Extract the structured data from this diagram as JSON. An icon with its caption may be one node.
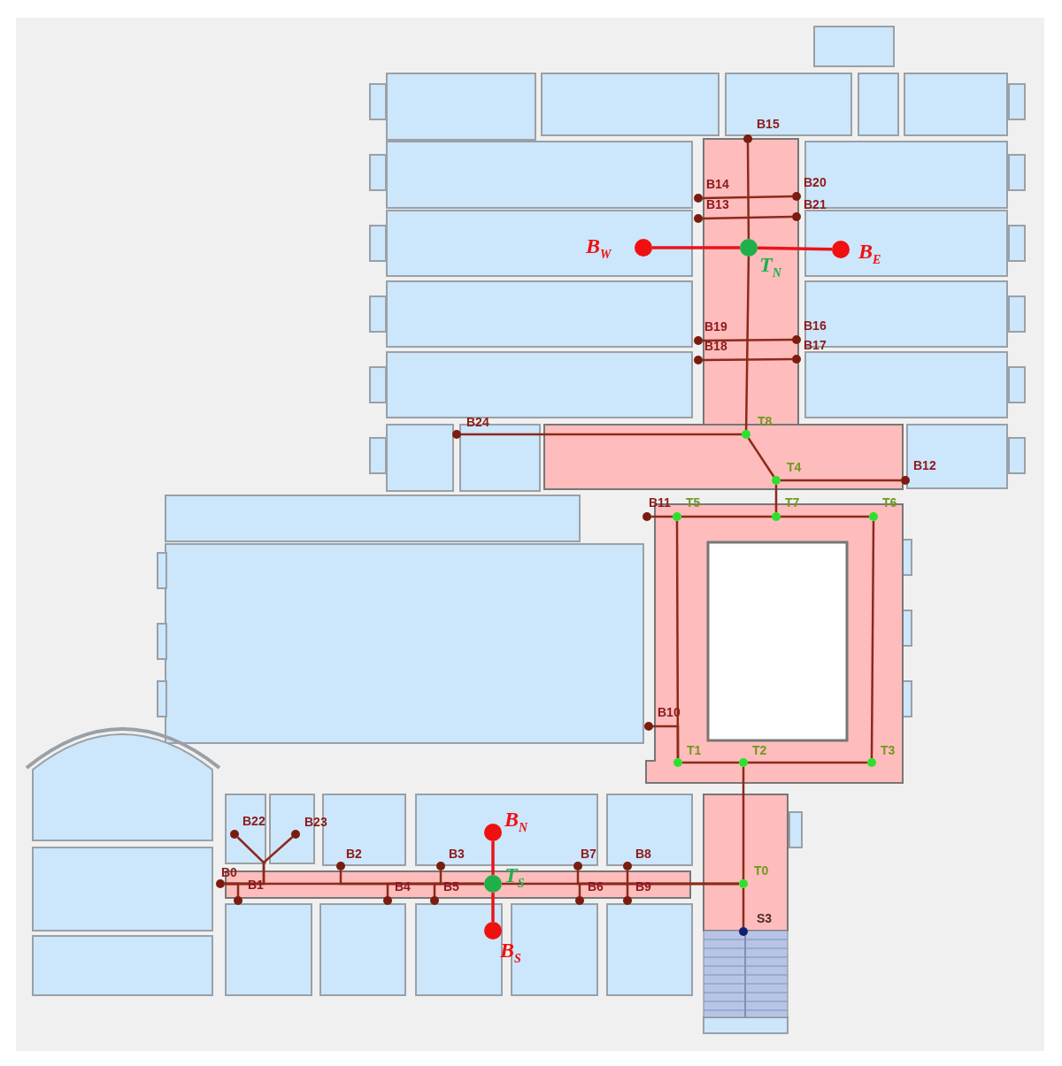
{
  "diagram": {
    "nodes": [
      {
        "text": [],
        "shape": "circle",
        "beside": [
          "B15"
        ]
      },
      {
        "text": [],
        "shape": "circle",
        "beside": [
          "B14"
        ]
      },
      {
        "text": [],
        "shape": "circle",
        "beside": [
          "B20"
        ]
      },
      {
        "text": [],
        "shape": "circle",
        "beside": [
          "B13"
        ]
      },
      {
        "text": [],
        "shape": "circle",
        "beside": [
          "B21"
        ]
      },
      {
        "text": [],
        "shape": "circle",
        "beside": [
          "B$_{W}$"
        ]
      },
      {
        "text": [],
        "shape": "circle",
        "beside": [
          "T$_{N}$"
        ]
      },
      {
        "text": [],
        "shape": "circle",
        "beside": [
          "B$_{E}$"
        ]
      },
      {
        "text": [],
        "shape": "circle",
        "beside": [
          "B19"
        ]
      },
      {
        "text": [],
        "shape": "circle",
        "beside": [
          "B16"
        ]
      },
      {
        "text": [],
        "shape": "circle",
        "beside": [
          "B18"
        ]
      },
      {
        "text": [],
        "shape": "circle",
        "beside": [
          "B17"
        ]
      },
      {
        "text": [],
        "shape": "circle",
        "beside": [
          "B24"
        ]
      },
      {
        "text": [],
        "shape": "circle",
        "beside": [
          "T8"
        ]
      },
      {
        "text": [],
        "shape": "circle",
        "beside": [
          "T4"
        ]
      },
      {
        "text": [],
        "shape": "circle",
        "beside": [
          "B12"
        ]
      },
      {
        "text": [],
        "shape": "circle",
        "beside": [
          "B11"
        ]
      },
      {
        "text": [],
        "shape": "circle",
        "beside": [
          "T5"
        ]
      },
      {
        "text": [],
        "shape": "circle",
        "beside": [
          "T7"
        ]
      },
      {
        "text": [],
        "shape": "circle",
        "beside": [
          "T6"
        ]
      },
      {
        "text": [],
        "shape": "circle",
        "beside": [
          "B10"
        ]
      },
      {
        "text": [],
        "shape": "circle",
        "beside": [
          "T1"
        ]
      },
      {
        "text": [],
        "shape": "circle",
        "beside": [
          "T2"
        ]
      },
      {
        "text": [],
        "shape": "circle",
        "beside": [
          "T3"
        ]
      },
      {
        "text": [],
        "shape": "circle",
        "beside": [
          "B$_{N}$"
        ]
      },
      {
        "text": [],
        "shape": "circle",
        "beside": [
          "B22"
        ]
      },
      {
        "text": [],
        "shape": "circle",
        "beside": [
          "B23"
        ]
      },
      {
        "text": [],
        "shape": "circle",
        "beside": [
          "B2"
        ]
      },
      {
        "text": [],
        "shape": "circle",
        "beside": [
          "B3"
        ]
      },
      {
        "text": [],
        "shape": "circle",
        "beside": [
          "B7"
        ]
      },
      {
        "text": [],
        "shape": "circle",
        "beside": [
          "B8"
        ]
      },
      {
        "text": [],
        "shape": "circle",
        "beside": [
          "B0"
        ]
      },
      {
        "text": [],
        "shape": "circle",
        "beside": [
          "B1"
        ]
      },
      {
        "text": [],
        "shape": "circle",
        "beside": [
          "T$_{S}$"
        ]
      },
      {
        "text": [],
        "shape": "circle",
        "beside": [
          "B4"
        ]
      },
      {
        "text": [],
        "shape": "circle",
        "beside": [
          "B5"
        ]
      },
      {
        "text": [],
        "shape": "circle",
        "beside": [
          "B6"
        ]
      },
      {
        "text": [],
        "shape": "circle",
        "beside": [
          "B9"
        ]
      },
      {
        "text": [],
        "shape": "circle",
        "beside": [
          "T0"
        ]
      },
      {
        "text": [],
        "shape": "circle",
        "beside": [
          "S3"
        ]
      },
      {
        "text": [],
        "shape": "circle",
        "beside": [
          "B$_{S}$"
        ]
      }
    ],
    "edges": [
      {
        "from": 0,
        "to": 6,
        "arrow": "none"
      },
      {
        "from": 6,
        "to": 13,
        "arrow": "none"
      },
      {
        "from": 1,
        "to": 2,
        "arrow": "none"
      },
      {
        "from": 3,
        "to": 4,
        "arrow": "none"
      },
      {
        "from": 5,
        "to": 6,
        "arrow": "none",
        "color": "#e8141c"
      },
      {
        "from": 6,
        "to": 7,
        "arrow": "none",
        "color": "#e8141c"
      },
      {
        "from": 8,
        "to": 9,
        "arrow": "none"
      },
      {
        "from": 10,
        "to": 11,
        "arrow": "none"
      },
      {
        "from": 13,
        "to": 12,
        "arrow": "none"
      },
      {
        "from": 13,
        "to": 14,
        "arrow": "none"
      },
      {
        "from": 14,
        "to": 15,
        "arrow": "none"
      },
      {
        "from": 14,
        "to": 18,
        "arrow": "none"
      },
      {
        "from": 16,
        "to": 17,
        "arrow": "none"
      },
      {
        "from": 17,
        "to": 18,
        "arrow": "none"
      },
      {
        "from": 18,
        "to": 19,
        "arrow": "none"
      },
      {
        "from": 17,
        "to": 21,
        "arrow": "none"
      },
      {
        "from": 19,
        "to": 23,
        "arrow": "none"
      },
      {
        "from": 20,
        "to": 21,
        "arrow": "none"
      },
      {
        "from": 21,
        "to": 22,
        "arrow": "none"
      },
      {
        "from": 22,
        "to": 23,
        "arrow": "none"
      },
      {
        "from": 22,
        "to": 38,
        "arrow": "none"
      },
      {
        "from": 38,
        "to": 39,
        "arrow": "none"
      },
      {
        "from": 24,
        "to": 33,
        "arrow": "none",
        "color": "#e8141c"
      },
      {
        "from": 33,
        "to": 40,
        "arrow": "none",
        "color": "#e8141c"
      },
      {
        "from": 31,
        "to": 33,
        "arrow": "none"
      },
      {
        "from": 33,
        "to": 38,
        "arrow": "none"
      },
      {
        "from": 25,
        "to": 31,
        "arrow": "none"
      },
      {
        "from": 26,
        "to": 31,
        "arrow": "none"
      },
      {
        "from": 32,
        "to": 31,
        "arrow": "none"
      },
      {
        "from": 27,
        "to": 33,
        "arrow": "none"
      },
      {
        "from": 28,
        "to": 35,
        "arrow": "none"
      },
      {
        "from": 34,
        "to": 33,
        "arrow": "none"
      },
      {
        "from": 29,
        "to": 38,
        "arrow": "none"
      },
      {
        "from": 36,
        "to": 38,
        "arrow": "none"
      },
      {
        "from": 30,
        "to": 37,
        "arrow": "none"
      }
    ]
  }
}
